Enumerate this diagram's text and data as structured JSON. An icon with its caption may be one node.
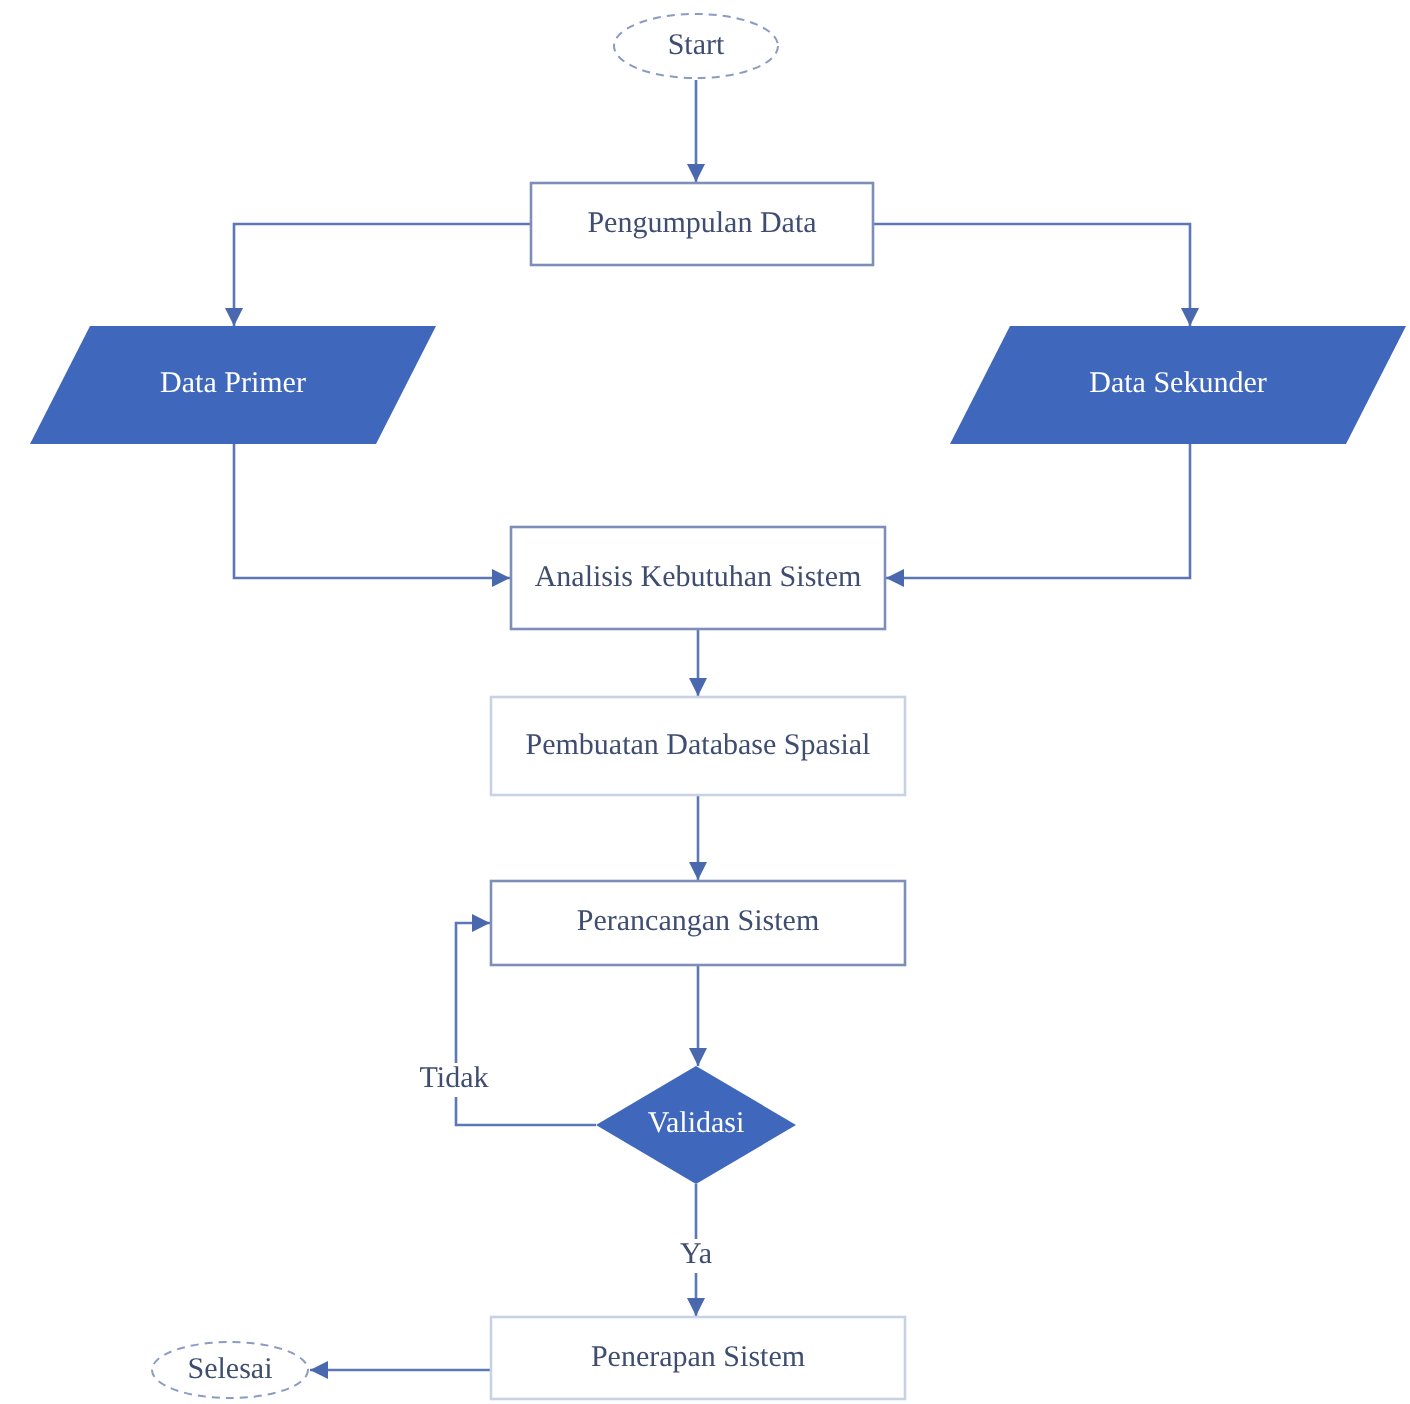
{
  "diagram": {
    "nodes": [
      {
        "text": [
          "Start"
        ]
      },
      {
        "text": [
          "Pengumpulan Data"
        ]
      },
      {
        "text": [
          "Data Primer"
        ]
      },
      {
        "text": [
          "Data Sekunder"
        ]
      },
      {
        "text": [
          "Analisis Kebutuhan Sistem"
        ]
      },
      {
        "text": [
          "Pembuatan Database Spasial"
        ]
      },
      {
        "text": [
          "Perancangan Sistem"
        ]
      },
      {
        "text": [
          "Validasi"
        ]
      },
      {
        "text": [
          "Penerapan Sistem"
        ]
      },
      {
        "text": [
          "Selesai"
        ]
      }
    ],
    "edges": [
      {
        "from": 0,
        "to": 1,
        "arrow": "to"
      },
      {
        "from": 1,
        "to": 2,
        "arrow": "to"
      },
      {
        "from": 1,
        "to": 3,
        "arrow": "to"
      },
      {
        "from": 2,
        "to": 4,
        "arrow": "to"
      },
      {
        "from": 3,
        "to": 4,
        "arrow": "to"
      },
      {
        "from": 4,
        "to": 5,
        "arrow": "to"
      },
      {
        "from": 5,
        "to": 6,
        "arrow": "to"
      },
      {
        "from": 6,
        "to": 7,
        "arrow": "to"
      },
      {
        "from": 7,
        "to": 6,
        "arrow": "to",
        "label": "Tidak"
      },
      {
        "from": 7,
        "to": 8,
        "arrow": "to",
        "label": "Ya"
      },
      {
        "from": 8,
        "to": 9,
        "arrow": "to"
      }
    ]
  }
}
